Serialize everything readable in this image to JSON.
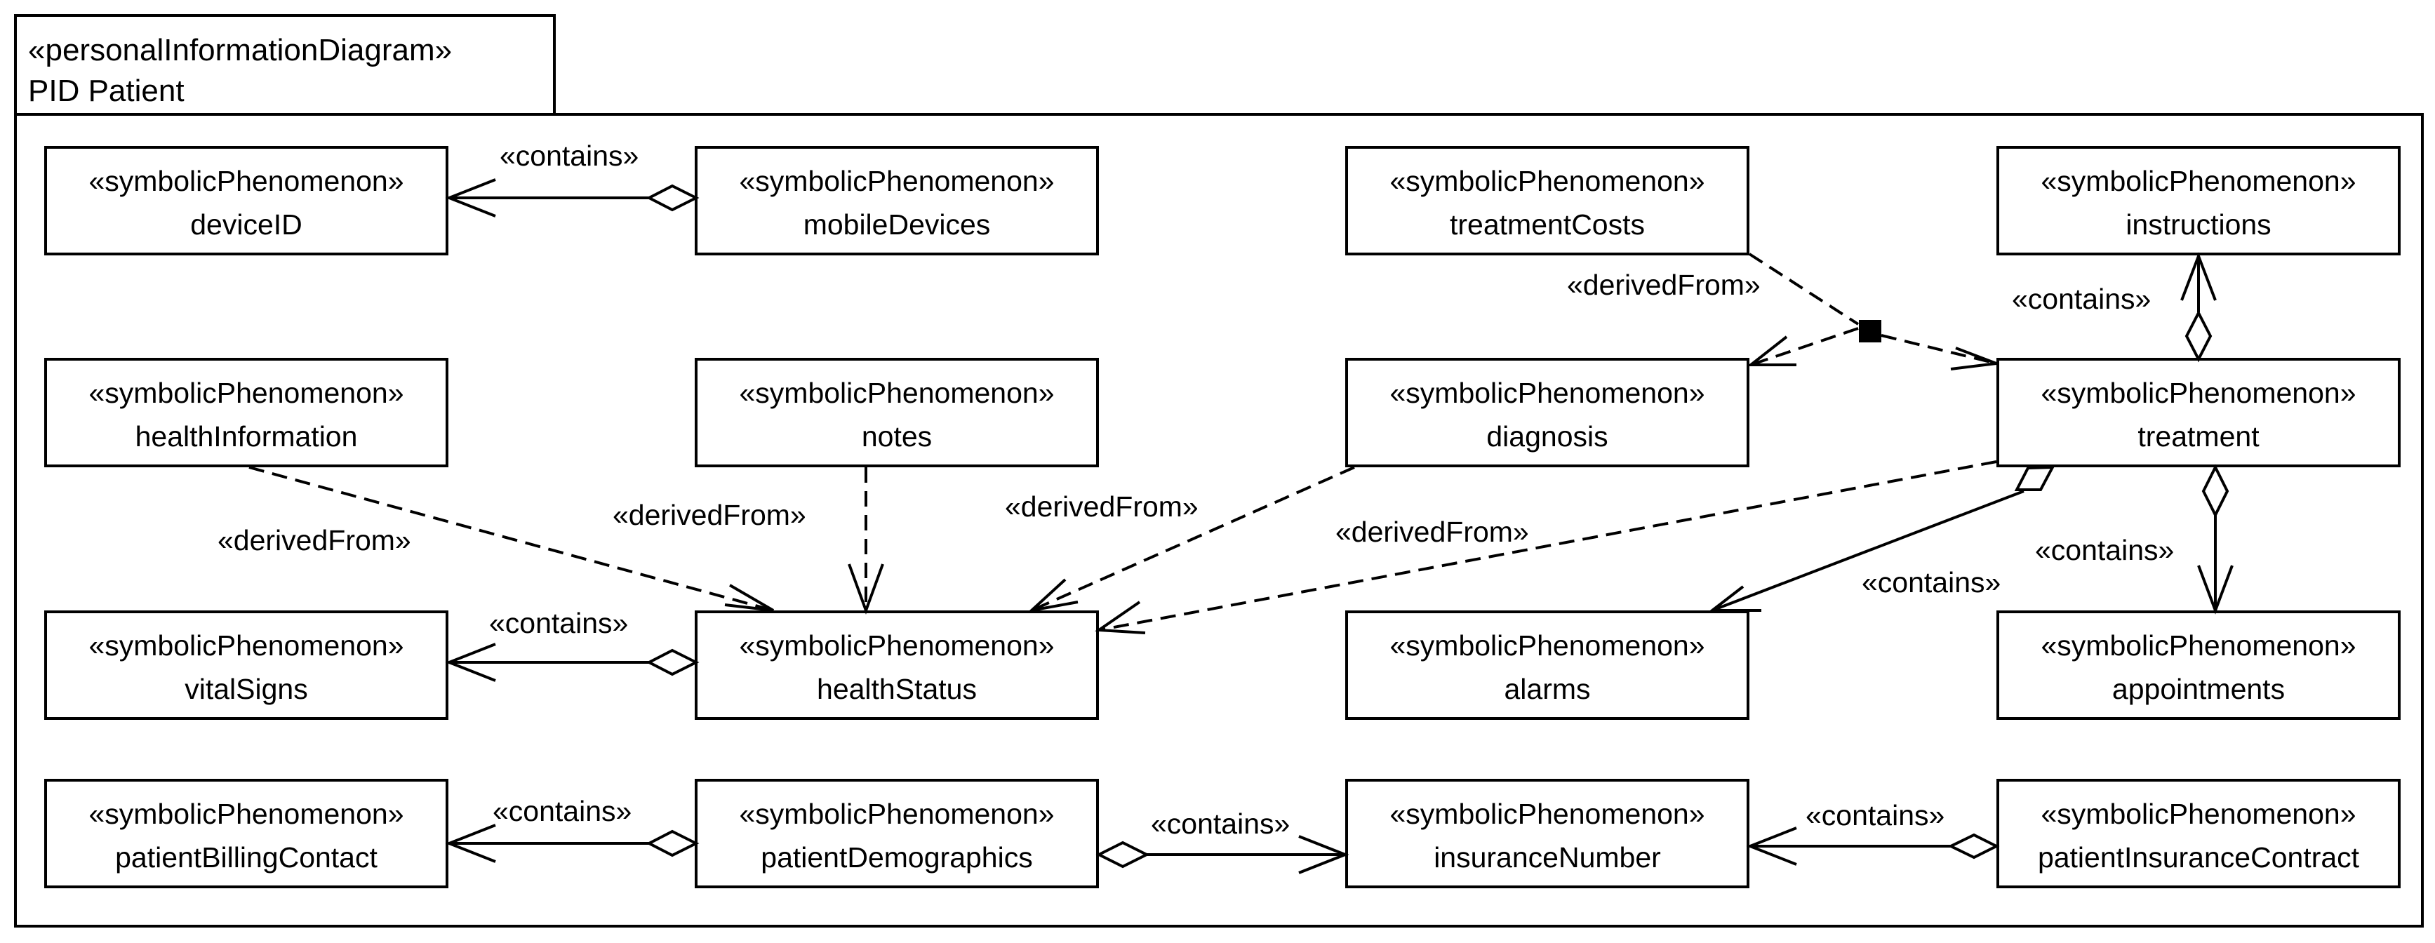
{
  "frame": {
    "stereotype": "«personalInformationDiagram»",
    "name": "PID Patient"
  },
  "nodes": [
    {
      "id": "deviceID",
      "stereotype": "«symbolicPhenomenon»",
      "name": "deviceID"
    },
    {
      "id": "mobileDevices",
      "stereotype": "«symbolicPhenomenon»",
      "name": "mobileDevices"
    },
    {
      "id": "treatmentCosts",
      "stereotype": "«symbolicPhenomenon»",
      "name": "treatmentCosts"
    },
    {
      "id": "instructions",
      "stereotype": "«symbolicPhenomenon»",
      "name": "instructions"
    },
    {
      "id": "healthInformation",
      "stereotype": "«symbolicPhenomenon»",
      "name": "healthInformation"
    },
    {
      "id": "notes",
      "stereotype": "«symbolicPhenomenon»",
      "name": "notes"
    },
    {
      "id": "diagnosis",
      "stereotype": "«symbolicPhenomenon»",
      "name": "diagnosis"
    },
    {
      "id": "treatment",
      "stereotype": "«symbolicPhenomenon»",
      "name": "treatment"
    },
    {
      "id": "vitalSigns",
      "stereotype": "«symbolicPhenomenon»",
      "name": "vitalSigns"
    },
    {
      "id": "healthStatus",
      "stereotype": "«symbolicPhenomenon»",
      "name": "healthStatus"
    },
    {
      "id": "alarms",
      "stereotype": "«symbolicPhenomenon»",
      "name": "alarms"
    },
    {
      "id": "appointments",
      "stereotype": "«symbolicPhenomenon»",
      "name": "appointments"
    },
    {
      "id": "patientBillingContact",
      "stereotype": "«symbolicPhenomenon»",
      "name": "patientBillingContact"
    },
    {
      "id": "patientDemographics",
      "stereotype": "«symbolicPhenomenon»",
      "name": "patientDemographics"
    },
    {
      "id": "insuranceNumber",
      "stereotype": "«symbolicPhenomenon»",
      "name": "insuranceNumber"
    },
    {
      "id": "patientInsuranceContract",
      "stereotype": "«symbolicPhenomenon»",
      "name": "patientInsuranceContract"
    }
  ],
  "edges": [
    {
      "id": "mobileDevices-contains-deviceID",
      "kind": "contains",
      "label": "«contains»"
    },
    {
      "id": "treatment-contains-instructions",
      "kind": "contains",
      "label": "«contains»"
    },
    {
      "id": "treatmentCosts-derivedFrom",
      "kind": "derivedFrom",
      "label": "«derivedFrom»"
    },
    {
      "id": "healthInformation-derivedFrom-healthStatus",
      "kind": "derivedFrom",
      "label": "«derivedFrom»"
    },
    {
      "id": "notes-derivedFrom-healthStatus",
      "kind": "derivedFrom",
      "label": "«derivedFrom»"
    },
    {
      "id": "diagnosis-derivedFrom-healthStatus",
      "kind": "derivedFrom",
      "label": "«derivedFrom»"
    },
    {
      "id": "treatment-derivedFrom-healthStatus",
      "kind": "derivedFrom",
      "label": "«derivedFrom»"
    },
    {
      "id": "treatment-contains-alarms",
      "kind": "contains",
      "label": "«contains»"
    },
    {
      "id": "treatment-contains-appointments",
      "kind": "contains",
      "label": "«contains»"
    },
    {
      "id": "healthStatus-contains-vitalSigns",
      "kind": "contains",
      "label": "«contains»"
    },
    {
      "id": "patientDemographics-contains-patientBillingContact",
      "kind": "contains",
      "label": "«contains»"
    },
    {
      "id": "patientDemographics-contains-insuranceNumber",
      "kind": "contains",
      "label": "«contains»"
    },
    {
      "id": "patientInsuranceContract-contains-insuranceNumber",
      "kind": "contains",
      "label": "«contains»"
    }
  ]
}
